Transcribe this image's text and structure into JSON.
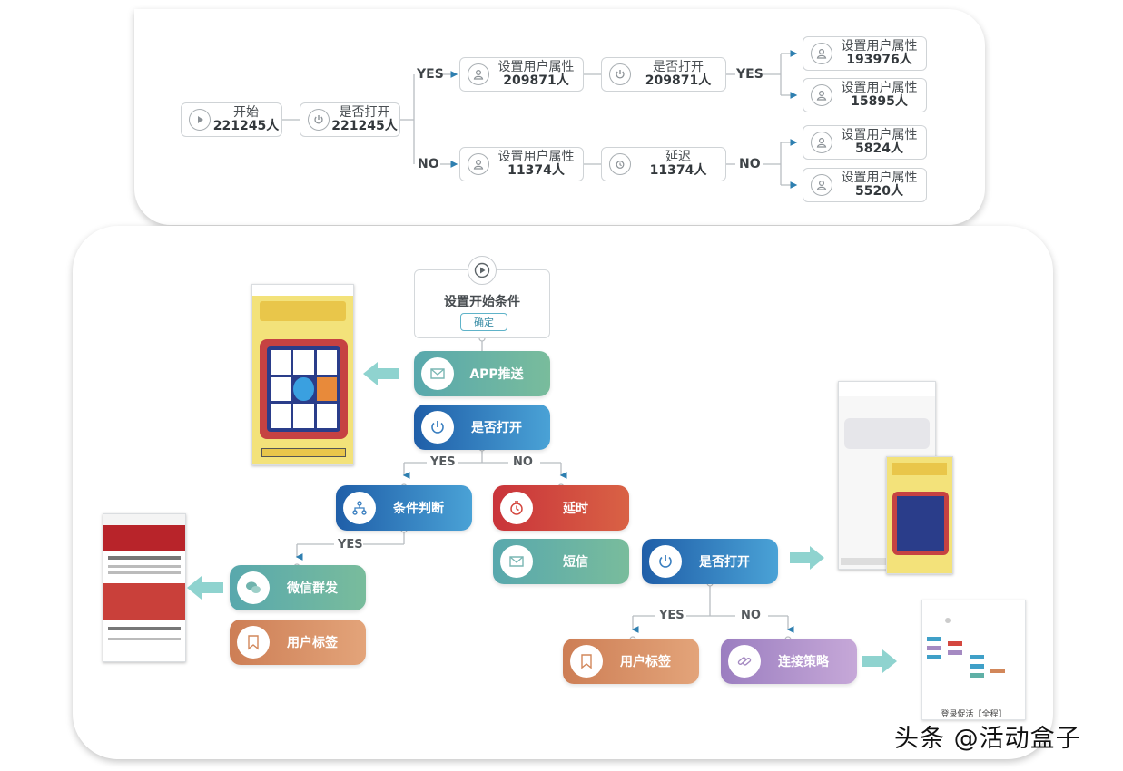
{
  "top_flow": {
    "start": {
      "title": "开始",
      "count": "221245人"
    },
    "open1": {
      "title": "是否打开",
      "count": "221245人"
    },
    "yes_label": "YES",
    "no_label": "NO",
    "yes_attr": {
      "title": "设置用户属性",
      "count": "209871人"
    },
    "yes_open": {
      "title": "是否打开",
      "count": "209871人"
    },
    "yes2_label": "YES",
    "yy_attr1": {
      "title": "设置用户属性",
      "count": "193976人"
    },
    "yy_attr2": {
      "title": "设置用户属性",
      "count": "15895人"
    },
    "no_attr": {
      "title": "设置用户属性",
      "count": "11374人"
    },
    "no_delay": {
      "title": "延迟",
      "count": "11374人"
    },
    "no2_label": "NO",
    "nn_attr1": {
      "title": "设置用户属性",
      "count": "5824人"
    },
    "nn_attr2": {
      "title": "设置用户属性",
      "count": "5520人"
    }
  },
  "bottom_flow": {
    "start_box": {
      "title": "设置开始条件",
      "button": "确定"
    },
    "app_push": "APP推送",
    "is_open": "是否打开",
    "yes1": "YES",
    "no1": "NO",
    "condition": "条件判断",
    "delay": "延时",
    "yes2": "YES",
    "wechat": "微信群发",
    "user_tag_left": "用户标签",
    "sms": "短信",
    "is_open2": "是否打开",
    "yes3": "YES",
    "no3": "NO",
    "user_tag_right": "用户标签",
    "connect_strategy": "连接策略",
    "thumb_caption": "登录促活【全程】"
  },
  "colors": {
    "teal": "#5fb0a6",
    "blue": "#2b7cc4",
    "red": "#d4473f",
    "orange": "#d2875a",
    "purple": "#a58ac2",
    "arrow": "#8fd3cf"
  },
  "watermark": "头条 @活动盒子"
}
